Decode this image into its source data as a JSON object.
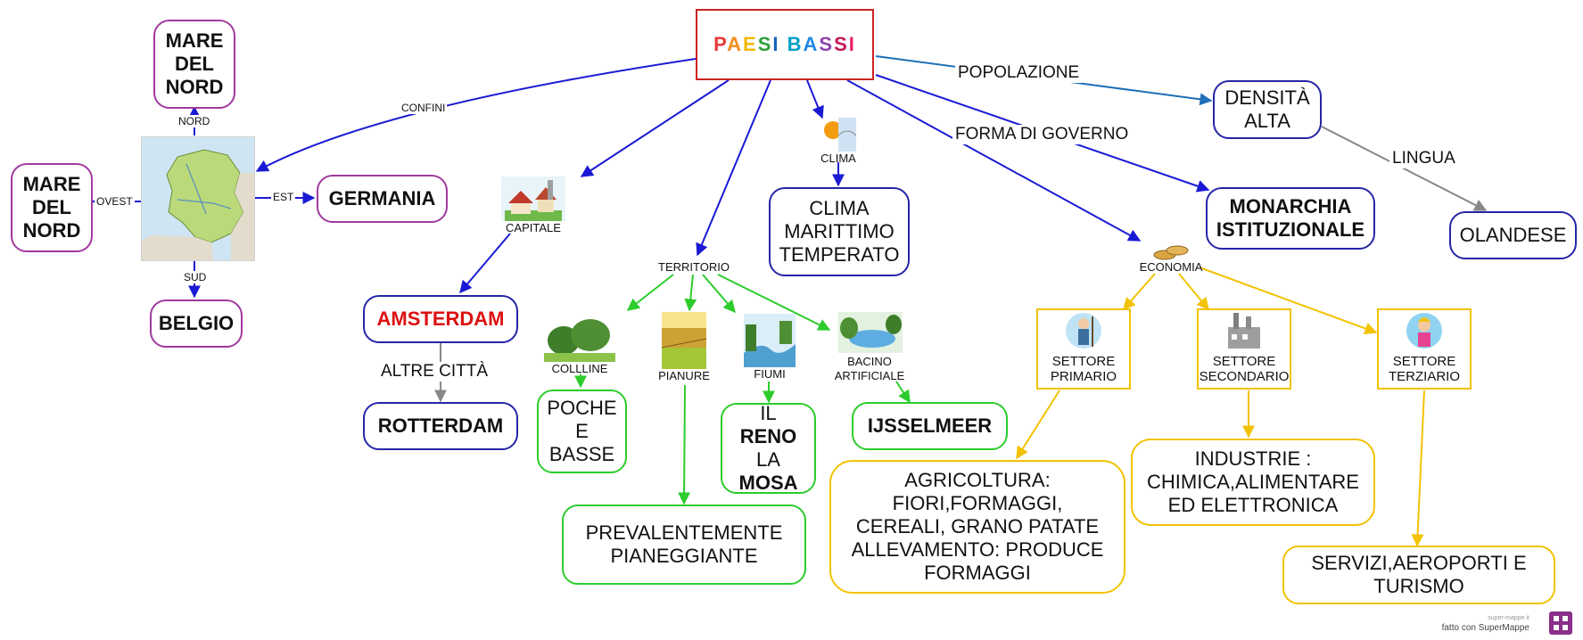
{
  "title": {
    "letters": [
      {
        "ch": "P",
        "color": "#e53935"
      },
      {
        "ch": "A",
        "color": "#f28c1c"
      },
      {
        "ch": "E",
        "color": "#f2b900"
      },
      {
        "ch": "S",
        "color": "#2e9e3a"
      },
      {
        "ch": "I",
        "color": "#1565c0"
      },
      {
        "ch": " ",
        "color": "#000000"
      },
      {
        "ch": "B",
        "color": "#00a0c8"
      },
      {
        "ch": "A",
        "color": "#1e88e5"
      },
      {
        "ch": "S",
        "color": "#8e44ad"
      },
      {
        "ch": "S",
        "color": "#c2185b"
      },
      {
        "ch": "I",
        "color": "#e91e63"
      }
    ]
  },
  "nodes": {
    "mare_nord_top": "MARE\nDEL\nNORD",
    "mare_nord_left": "MARE\nDEL\nNORD",
    "germania": "GERMANIA",
    "belgio": "BELGIO",
    "amsterdam": "AMSTERDAM",
    "rotterdam": "ROTTERDAM",
    "poche": "POCHE\nE\nBASSE",
    "prevalentemente": "PREVALENTEMENTE\nPIANEGGIANTE",
    "reno": {
      "pre": "IL ",
      "b1": "RENO",
      "mid": "LA",
      "b2": "MOSA"
    },
    "ijsselmeer": "IJSSELMEER",
    "clima": "CLIMA\nMARITTIMO\nTEMPERATO",
    "densita": "DENSITÀ\nALTA",
    "monarchia": "MONARCHIA\nISTITUZIONALE",
    "olandese": "OLANDESE",
    "agricoltura": "AGRICOLTURA:\nFIORI,FORMAGGI,\nCEREALI, GRANO PATATE\nALLEVAMENTO: PRODUCE\nFORMAGGI",
    "industrie": "INDUSTRIE :\nCHIMICA,ALIMENTARE\nED ELETTRONICA",
    "servizi": "SERVIZI,AEROPORTI E\nTURISMO"
  },
  "edge_labels": {
    "confini": "CONFINI",
    "nord": "NORD",
    "ovest": "OVEST",
    "est": "EST",
    "sud": "SUD",
    "popolazione": "POPOLAZIONE",
    "forma_governo": "FORMA DI GOVERNO",
    "lingua": "LINGUA",
    "altre_citta": "ALTRE CITTÀ"
  },
  "icon_labels": {
    "capitale": "CAPITALE",
    "territorio": "TERRITORIO",
    "clima": "CLIMA",
    "economia": "ECONOMIA",
    "colline": "COLLLINE",
    "pianure": "PIANURE",
    "fiumi": "FIUMI",
    "bacino": "BACINO\nARTIFICIALE",
    "primario": "SETTORE\nPRIMARIO",
    "secondario": "SETTORE\nSECONDARIO",
    "terziario": "SETTORE\nTERZIARIO"
  },
  "footer": {
    "small": "super-mappe.it",
    "main": "fatto con SuperMappe"
  },
  "colors": {
    "blue": "#1a1ad4",
    "green": "#2ccc2c",
    "yellow": "#f2c200",
    "gray": "#888888",
    "steel": "#1f6fb8"
  }
}
